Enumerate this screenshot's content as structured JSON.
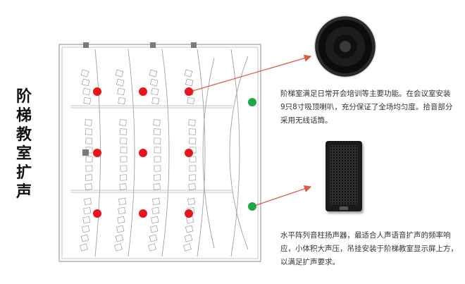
{
  "title_chars": [
    "阶",
    "梯",
    "教",
    "室",
    "扩",
    "声"
  ],
  "descriptions": {
    "ceiling": "阶梯室满足日常开会培训等主要功能。在会议室安装9只8寸吸顶喇叭，充分保证了全场均匀度。拾音部分采用无线话筒。",
    "column": "水平阵列音柱扬声器，最适合人声语音扩声的频率响应，小体积大声压，吊挂安装于阶梯教室显示屏上方，以满足扩声要求。"
  },
  "colors": {
    "ceiling_speaker_marker": "#e8151b",
    "column_speaker_marker": "#1fa84a",
    "arrow": "#e05a48",
    "plan_lines": "#8a8a8a"
  },
  "icons": [
    "ceiling-speaker-icon",
    "column-speaker-icon"
  ]
}
